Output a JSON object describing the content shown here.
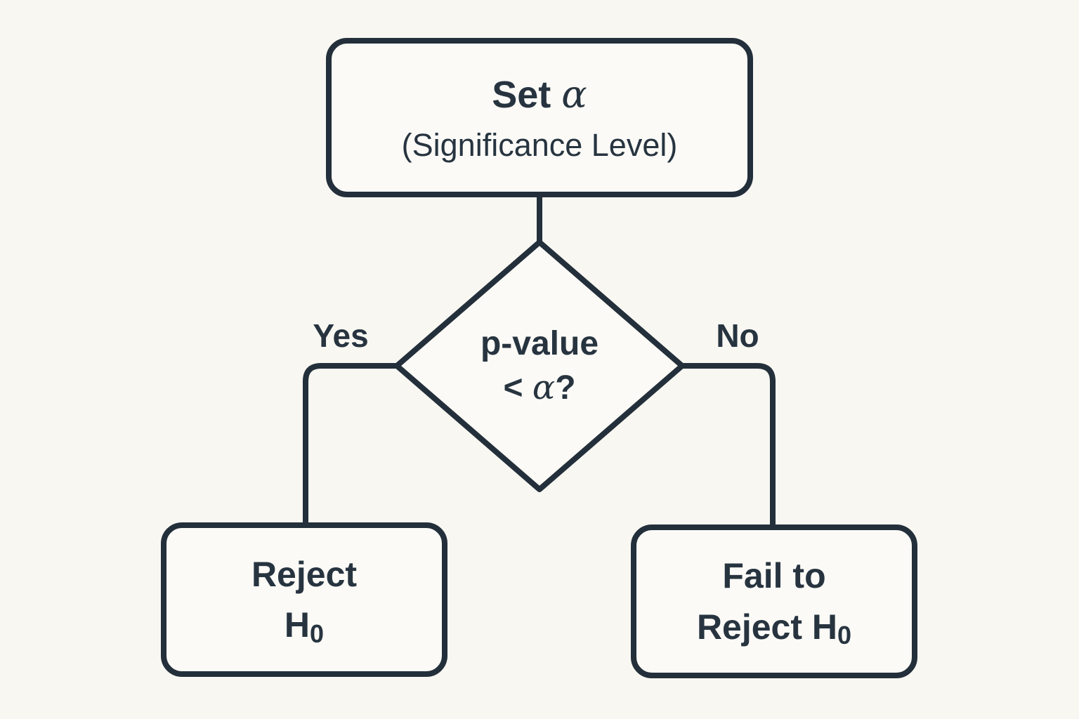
{
  "diagram": {
    "title_semantic": "hypothesis-testing-decision-flowchart",
    "colors": {
      "background": "#f8f7f2",
      "node_fill": "#fbfaf6",
      "stroke": "#232f3a",
      "text": "#273440"
    },
    "nodes": {
      "set_alpha_box": {
        "line1_prefix": "Set ",
        "alpha_symbol": "α",
        "line2": "(Significance Level)"
      },
      "decision_diamond": {
        "line1": "p-value",
        "line2_prefix": "< ",
        "alpha_symbol": "α",
        "line2_suffix": "?"
      },
      "reject_box": {
        "line1": "Reject",
        "line2_main": "H",
        "line2_sub": "0"
      },
      "fail_reject_box": {
        "line1": "Fail to",
        "line2_main": "Reject H",
        "line2_sub": "0"
      }
    },
    "edge_labels": {
      "yes": "Yes",
      "no": "No"
    }
  }
}
